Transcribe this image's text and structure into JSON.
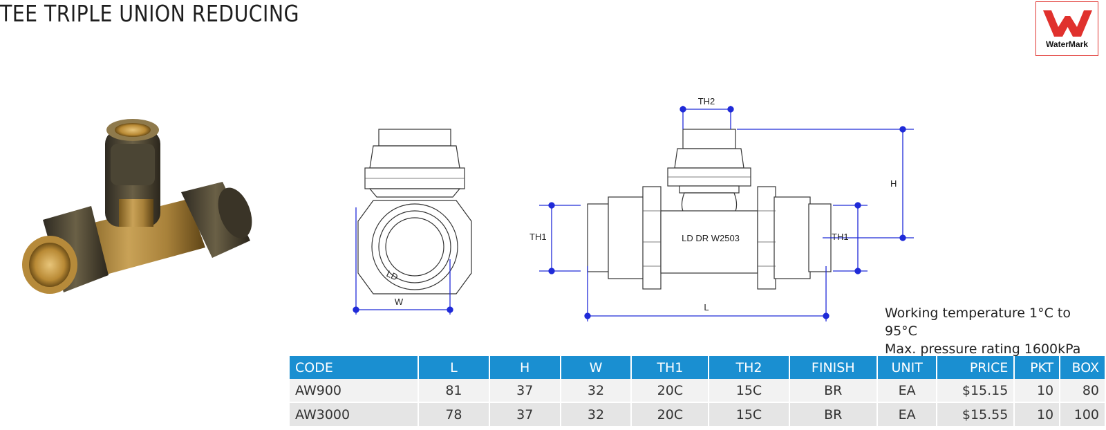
{
  "title": "TEE TRIPLE UNION REDUCING",
  "logo": {
    "text": "WaterMark",
    "color": "#e0312d"
  },
  "drawing": {
    "labels": {
      "w": "W",
      "l": "L",
      "h": "H",
      "th1_left": "TH1",
      "th1_right": "TH1",
      "th2": "TH2",
      "engraving": "LD DR W2503",
      "side_logo": "LD"
    },
    "dimension_color": "#1f2ad8"
  },
  "specs": {
    "line1": "Working temperature 1°C to 95°C",
    "line2": "Max. pressure rating 1600kPa"
  },
  "table": {
    "header_color": "#1a8fd1",
    "columns": [
      "CODE",
      "L",
      "H",
      "W",
      "TH1",
      "TH2",
      "FINISH",
      "UNIT",
      "PRICE",
      "PKT",
      "BOX"
    ],
    "rows": [
      [
        "AW900",
        "81",
        "37",
        "32",
        "20C",
        "15C",
        "BR",
        "EA",
        "$15.15",
        "10",
        "80"
      ],
      [
        "AW3000",
        "78",
        "37",
        "32",
        "20C",
        "15C",
        "BR",
        "EA",
        "$15.55",
        "10",
        "100"
      ]
    ]
  }
}
